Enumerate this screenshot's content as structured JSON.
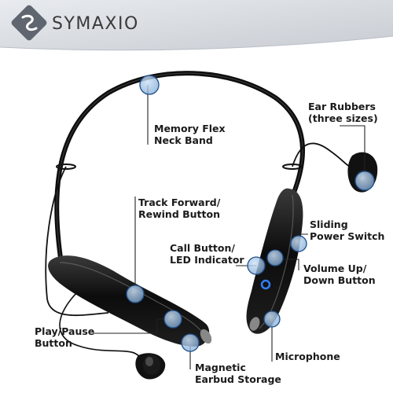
{
  "brand": {
    "name": "SYMAXIO",
    "logo_icon": "s-wave-logo-icon"
  },
  "labels": {
    "memory_flex": [
      "Memory Flex",
      "Neck Band"
    ],
    "ear_rubbers": [
      "Ear Rubbers",
      "(three sizes)"
    ],
    "track_forward": [
      "Track Forward/",
      "Rewind Button"
    ],
    "sliding_power": [
      "Sliding",
      "Power Switch"
    ],
    "call_button": [
      "Call Button/",
      "LED Indicator"
    ],
    "volume": [
      "Volume Up/",
      "Down Button"
    ],
    "play_pause": [
      "Play/Pause",
      "Button"
    ],
    "microphone": [
      "Microphone"
    ],
    "magnetic": [
      "Magnetic",
      "Earbud Storage"
    ]
  },
  "colors": {
    "callout_fill": "#9ec3e6",
    "callout_stroke": "#1f4f8a",
    "leader_line": "#222222",
    "headset_body": "#111111",
    "led": "#2f7fff"
  }
}
